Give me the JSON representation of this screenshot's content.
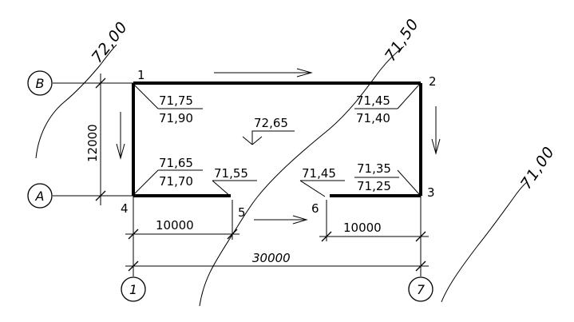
{
  "contours": [
    {
      "label": "72,00"
    },
    {
      "label": "71,50"
    },
    {
      "label": "71,00"
    }
  ],
  "grid_axes": {
    "B": "В",
    "A": "А",
    "n1": "1",
    "n7": "7"
  },
  "corners": {
    "c1": "1",
    "c2": "2",
    "c3": "3",
    "c4": "4",
    "c5": "5",
    "c6": "6"
  },
  "elevations": {
    "corner1": {
      "top": "71,75",
      "bottom": "71,90"
    },
    "corner2": {
      "top": "71,45",
      "bottom": "71,40"
    },
    "center": "72,65",
    "corner4": {
      "top": "71,65",
      "bottom": "71,70"
    },
    "gap5": "71,55",
    "gap6": "71,45",
    "corner3": {
      "top": "71,35",
      "bottom": "71,25"
    }
  },
  "dimensions": {
    "height": "12000",
    "left_segment": "10000",
    "right_segment": "10000",
    "total": "30000"
  }
}
